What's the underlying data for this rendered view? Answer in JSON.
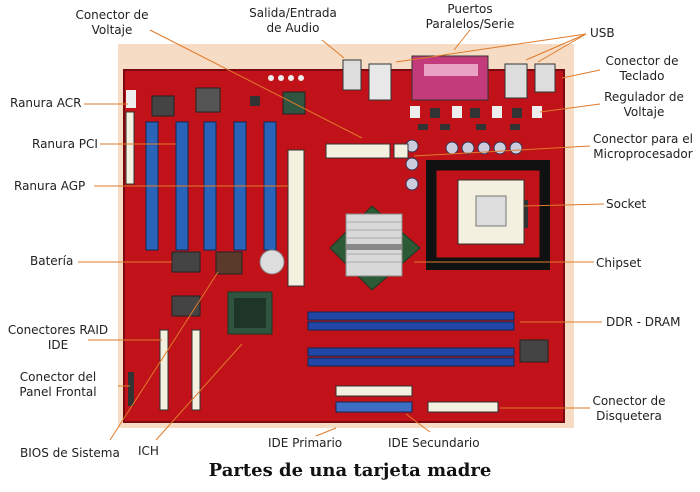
{
  "title": "Partes de una tarjeta madre",
  "labels": {
    "conector_voltaje": [
      "Conector de",
      "Voltaje"
    ],
    "audio": [
      "Salida/Entrada",
      "de Audio"
    ],
    "puertos": [
      "Puertos",
      "Paralelos/Serie"
    ],
    "usb": "USB",
    "teclado": [
      "Conector de",
      "Teclado"
    ],
    "regulador": [
      "Regulador de",
      "Voltaje"
    ],
    "conector_cpu": [
      "Conector para el",
      "Microprocesador"
    ],
    "socket": "Socket",
    "chipset": "Chipset",
    "ddr": "DDR - DRAM",
    "disquetera": [
      "Conector de",
      "Disquetera"
    ],
    "ide_secundario": "IDE Secundario",
    "ide_primario": "IDE Primario",
    "ich": "ICH",
    "bios": "BIOS de Sistema",
    "panel": [
      "Conector del",
      "Panel Frontal"
    ],
    "raid": [
      "Conectores RAID",
      "IDE"
    ],
    "bateria": "Batería",
    "agp": "Ranura AGP",
    "pci": "Ranura PCI",
    "acr": "Ranura ACR"
  },
  "colors": {
    "board": "#c1121a",
    "board_edge": "#7a0a10",
    "pci_slot": "#2a64b8",
    "agp_slot": "#f3f0e0",
    "dimm": "#2146a8",
    "leader": "#e07a2a",
    "socket_frame": "#111111"
  },
  "icons": [
    "chip-icon",
    "socket-icon",
    "battery-icon",
    "port-icon",
    "heatsink-icon"
  ]
}
